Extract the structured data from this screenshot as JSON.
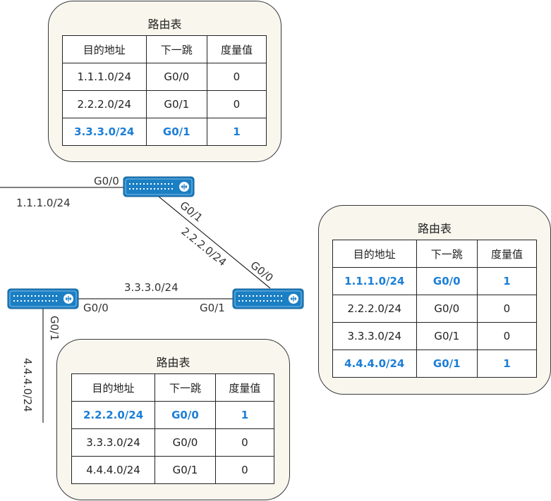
{
  "headers": [
    "目的地址",
    "下一跳",
    "度量值"
  ],
  "table_title": "路由表",
  "highlight_color": "#1c7ed6",
  "panel_fill": "#f9f7ed",
  "router_color": "#1b7fc4",
  "tables": [
    {
      "title": "路由表",
      "rows": [
        {
          "dest": "1.1.1.0/24",
          "next_hop": "G0/0",
          "metric": "0",
          "hl": false
        },
        {
          "dest": "2.2.2.0/24",
          "next_hop": "G0/1",
          "metric": "0",
          "hl": false
        },
        {
          "dest": "3.3.3.0/24",
          "next_hop": "G0/1",
          "metric": "1",
          "hl": true
        }
      ]
    },
    {
      "title": "路由表",
      "rows": [
        {
          "dest": "1.1.1.0/24",
          "next_hop": "G0/0",
          "metric": "1",
          "hl": true
        },
        {
          "dest": "2.2.2.0/24",
          "next_hop": "G0/0",
          "metric": "0",
          "hl": false
        },
        {
          "dest": "3.3.3.0/24",
          "next_hop": "G0/1",
          "metric": "0",
          "hl": false
        },
        {
          "dest": "4.4.4.0/24",
          "next_hop": "G0/1",
          "metric": "1",
          "hl": true
        }
      ]
    },
    {
      "title": "路由表",
      "rows": [
        {
          "dest": "2.2.2.0/24",
          "next_hop": "G0/0",
          "metric": "1",
          "hl": true
        },
        {
          "dest": "3.3.3.0/24",
          "next_hop": "G0/0",
          "metric": "0",
          "hl": false
        },
        {
          "dest": "4.4.4.0/24",
          "next_hop": "G0/1",
          "metric": "0",
          "hl": false
        }
      ]
    }
  ],
  "labels": {
    "top_g00": "G0/0",
    "net_1": "1.1.1.0/24",
    "top_g01": "G0/1",
    "net_2": "2.2.2.0/24",
    "right_g00": "G0/0",
    "net_3": "3.3.3.0/24",
    "left_g00": "G0/0",
    "right_g01": "G0/1",
    "left_g01": "G0/1",
    "net_4": "4.4.4.0/24"
  }
}
